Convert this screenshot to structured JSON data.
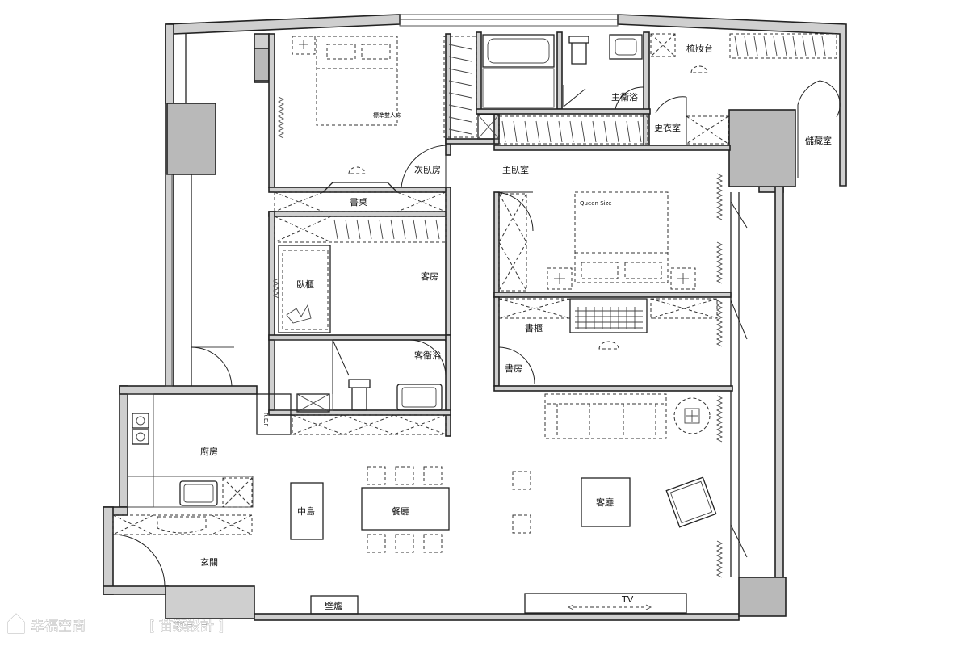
{
  "labels": {
    "vanity": "梳妝台",
    "master_bath": "主衛浴",
    "dressing_room": "更衣室",
    "storage": "儲藏室",
    "second_bedroom": "次臥房",
    "master_bedroom": "主臥室",
    "desk": "書桌",
    "bed_cabinet": "臥櫃",
    "guest_room": "客房",
    "guest_bath": "客衛浴",
    "bookcase": "書櫃",
    "study": "書房",
    "kitchen": "廚房",
    "island": "中島",
    "dining": "餐廳",
    "living": "客廳",
    "entrance": "玄關",
    "fireplace": "壁爐",
    "tv": "TV",
    "ref": "R.E.F",
    "bed_small_note": "標準雙人床",
    "bed_queen_note": "Queen Size"
  },
  "watermark": {
    "brand": "幸福空間",
    "designer": "[ 苗築設計 ]"
  }
}
